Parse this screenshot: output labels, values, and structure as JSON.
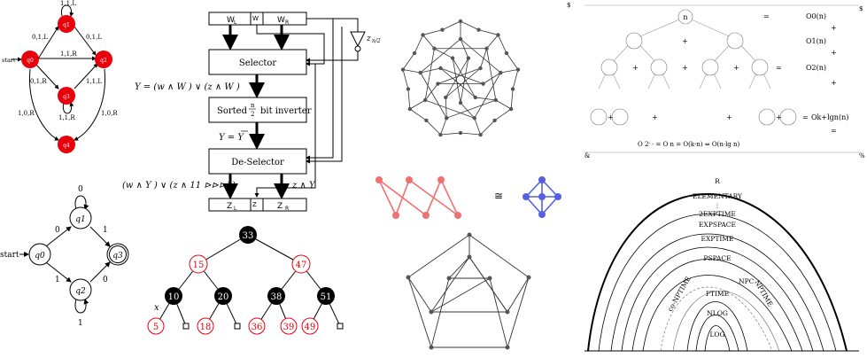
{
  "fsm_red": {
    "states": [
      "q0",
      "q1",
      "q2",
      "q3",
      "q4"
    ],
    "start_label": "start",
    "edges": {
      "self_q1": "1,1,L",
      "q0_q1": "0,1,L",
      "q1_q2": "0,1,L",
      "q0_q2": "1,1,R",
      "q0_q3": "0,1,R",
      "q3_q2": "1,1,L",
      "self_q3": "1,1,R",
      "q0_q4": "1,0,R",
      "q2_q4": "1,0,R"
    }
  },
  "fsm_plain": {
    "states": [
      "q0",
      "q1",
      "q2",
      "q3"
    ],
    "start_label": "start",
    "edges": {
      "self_q1": "0",
      "q0_q1": "0",
      "q1_q3": "1",
      "q0_q2": "1",
      "q2_q3": "0",
      "self_q2": "1"
    }
  },
  "circuit": {
    "top_left": "W",
    "top_left_sub": "L",
    "top_mid": "W",
    "top_right": "W",
    "top_right_sub": "R",
    "selector": "Selector",
    "sorted_pre": "Sorted",
    "sorted_frac_num": "n",
    "sorted_frac_den": "2",
    "sorted_post": "bit inverter",
    "deselector": "De-Selector",
    "bottom_left": "Z",
    "bottom_left_sub": "L",
    "bottom_mid": "Z",
    "bottom_right": "Z",
    "bottom_right_sub": "R",
    "inverter_label": "z",
    "inverter_sub": "n/2",
    "eq1": "Y = (w  ∧ W ) ∨ (z  ∧ W )",
    "eq2": "Y = Y",
    "eq3": "(w  ∧ Y ) ∨ (z  ∧ 11 ⊳⊳⊳1)",
    "eq4": "z  ∧ Y"
  },
  "rbtree": {
    "nodes": [
      "33",
      "15",
      "47",
      "10",
      "20",
      "38",
      "51",
      "5",
      "18",
      "36",
      "39",
      "49"
    ],
    "x_label": "x"
  },
  "recursion": {
    "root": "n",
    "rows": [
      "O0(n)",
      "O1(n)",
      "O2(n)",
      "Ok+lgn(n)"
    ],
    "plus": "+",
    "eq": "=",
    "amp": "&",
    "dollar": "$",
    "percent": "%",
    "sum_line": "O         2ⁱ ·  = O      n  = O(k·n)   ⇔   O(n·lg n)"
  },
  "complexity": {
    "classes": [
      "R",
      "ELEMENTARY",
      "2EXPTIME",
      "EXPSPACE",
      "EXPTIME",
      "PSPACE",
      "NPC",
      "PTIME",
      "NLOG",
      "LOG"
    ],
    "co_np": "co-NPTIME",
    "np": "NPTIME",
    "dots": "⋮"
  },
  "iso_symbol": "≅",
  "colors": {
    "red": "#e8000b",
    "salmon": "#f07070",
    "blue": "#5560e0"
  }
}
